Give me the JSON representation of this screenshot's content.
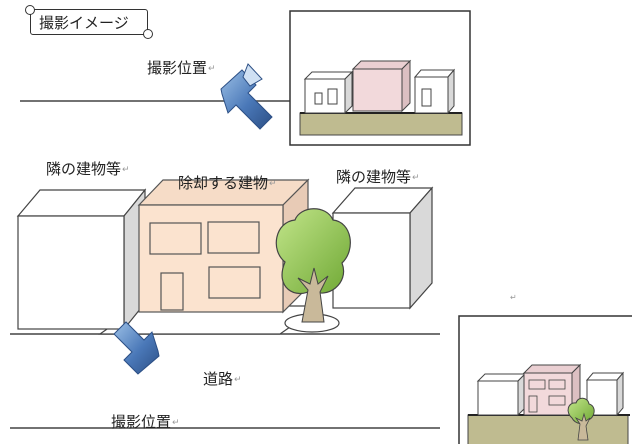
{
  "title": "撮影イメージ",
  "labels": {
    "shoot_top": "撮影位置",
    "shoot_bottom": "撮影位置",
    "neighbor_left": "隣の建物等",
    "neighbor_right": "隣の建物等",
    "target_building": "除却する建物",
    "road": "道路"
  },
  "colors": {
    "target_wall": "#fbe3cf",
    "target_side": "#eed1bc",
    "inset_building": "#f2d9db",
    "tree": "#8cc84b",
    "arrow": "#3f6fae",
    "ground": "#bfbb90"
  }
}
